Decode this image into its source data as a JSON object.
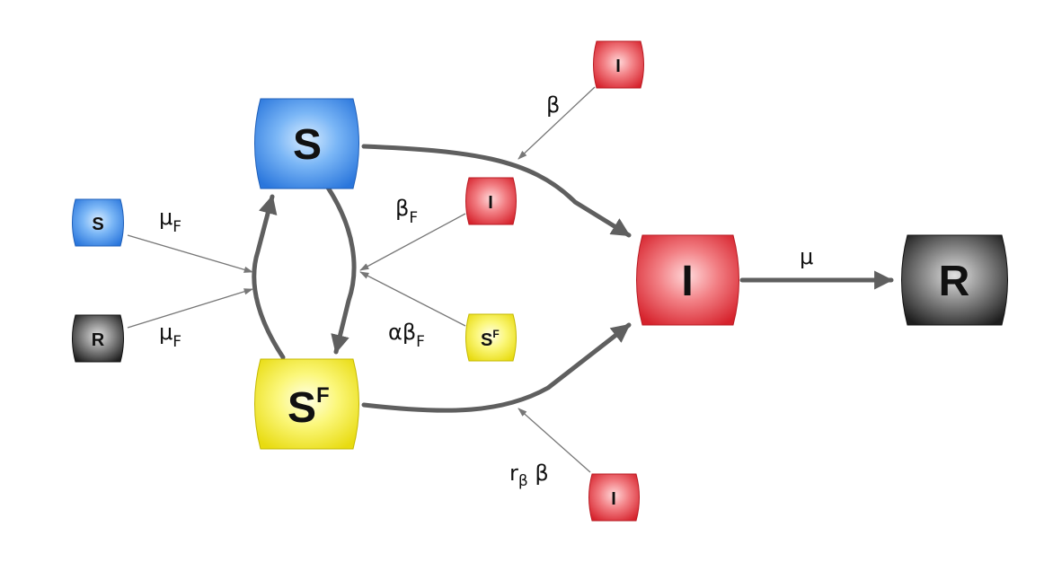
{
  "nodes": {
    "s_main": {
      "label": "S"
    },
    "sf_main": {
      "label": "S",
      "sup": "F"
    },
    "i_main": {
      "label": "I"
    },
    "r_main": {
      "label": "R"
    },
    "s_small": {
      "label": "S"
    },
    "r_small": {
      "label": "R"
    },
    "i_top": {
      "label": "I"
    },
    "i_mid": {
      "label": "I"
    },
    "sf_small": {
      "label": "S",
      "sup": "F"
    },
    "i_bottom": {
      "label": "I"
    }
  },
  "rates": {
    "beta": {
      "text": "β"
    },
    "beta_f": {
      "main": "β",
      "sub": "F"
    },
    "alpha_beta_f": {
      "main": "αβ",
      "sub": "F"
    },
    "mu_f_top": {
      "main": "μ",
      "sub": "F"
    },
    "mu_f_bottom": {
      "main": "μ",
      "sub": "F"
    },
    "mu": {
      "text": "μ"
    },
    "r_beta_beta": {
      "r": "r",
      "sub": "β",
      "main": " β"
    }
  },
  "colors": {
    "susceptible": "#3d8df0",
    "infected": "#e8343c",
    "recovered": "#2b2b2b",
    "informed": "#f4ec1a",
    "edge": "#5f5f5f",
    "thin_edge": "#777777"
  }
}
